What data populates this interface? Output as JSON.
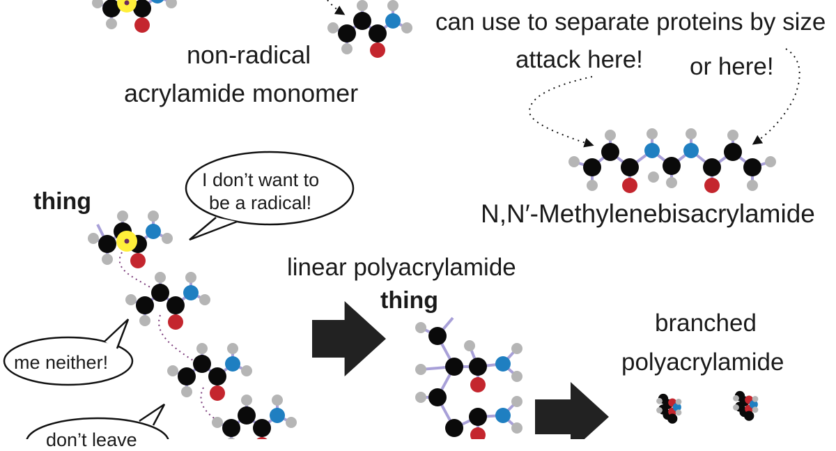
{
  "labels": {
    "caption_top": "can use to separate proteins by size",
    "non_radical_line1": "non-radical",
    "non_radical_line2": "acrylamide monomer",
    "attack_here": "attack here!",
    "or_here": "or here!",
    "bis_name": "N,N′-Methylenebisacrylamide",
    "thing_left": "thing",
    "thing_mid": "thing",
    "linear": "linear polyacrylamide",
    "branched_line1": "branched",
    "branched_line2": "polyacrylamide"
  },
  "bubbles": {
    "dont_want_line1": "I don’t want to",
    "dont_want_line2": "be a radical!",
    "me_neither": "me neither!",
    "dont_leave": "don’t leave"
  },
  "colors": {
    "carbon": "#0a0a0a",
    "hydrogen": "#b5b5b5",
    "nitrogen": "#1f7fc1",
    "oxygen": "#c4262e",
    "bond": "#a8a0d8",
    "radical_highlight": "#ffef3a",
    "radical_dot": "#6b2a5c",
    "arrow": "#222222"
  }
}
